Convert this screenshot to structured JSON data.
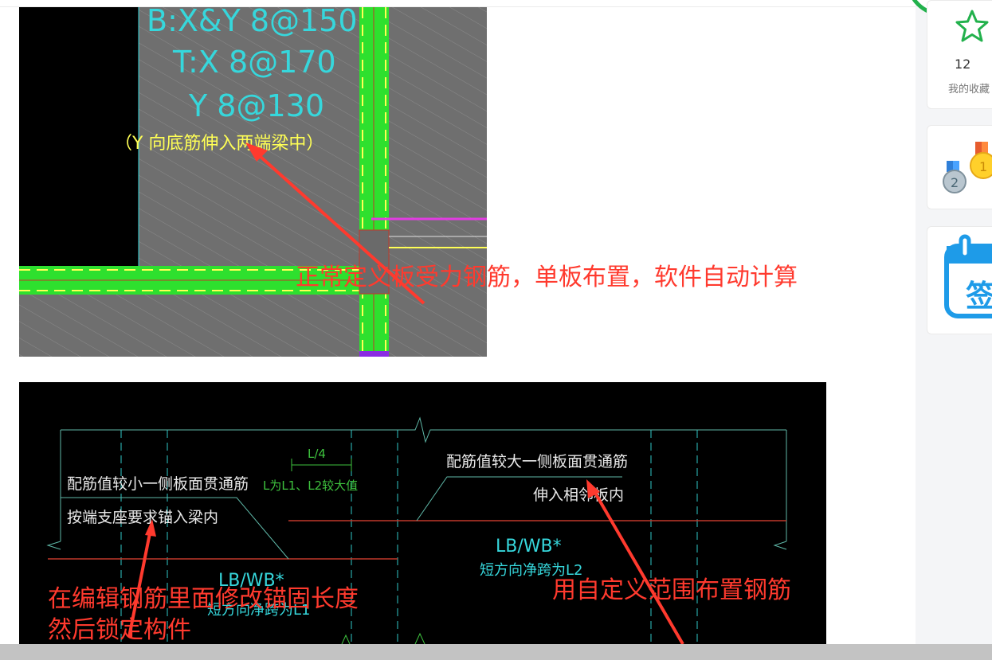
{
  "images": {
    "slab_drawing": {
      "labels": {
        "b": "B:X&Y   8@150",
        "t": "T:X  8@170",
        "y": "Y 8@130",
        "note": "（Y 向底筋伸入两端梁中）"
      },
      "annotation": "正常定义板受力钢筋，单板布置，软件自动计算"
    },
    "detail_drawing": {
      "labels": {
        "l4": "L/4",
        "lmax": "L为L1、L2较大值",
        "left1": "配筋值较小一侧板面贯通筋",
        "left2": "按端支座要求锚入梁内",
        "right1": "配筋值较大一侧板面贯通筋",
        "right2": "伸入相邻板内",
        "lbwb_right": "LB/WB*",
        "span_right": "短方向净跨为L2",
        "lbwb_left": "LB/WB*",
        "span_left": "短方向净跨为L1"
      },
      "annotation_left_line1": "在编辑钢筋里面修改锚固长度",
      "annotation_left_line2": "然后锁定构件",
      "annotation_right": "用自定义范围布置钢筋"
    }
  },
  "sidebar": {
    "favorite": {
      "icon": "star-icon",
      "count": "12",
      "label": "我的收藏"
    },
    "badge": {
      "icon": "medals-icon"
    },
    "signin": {
      "icon": "calendar-icon",
      "label": "签"
    }
  },
  "colors": {
    "annotation": "#ff3a2e",
    "cad_yellow": "#ffff55",
    "cad_cyan": "#36d7dc",
    "cad_green": "#2ee02e",
    "accent_green": "#22b14c"
  }
}
